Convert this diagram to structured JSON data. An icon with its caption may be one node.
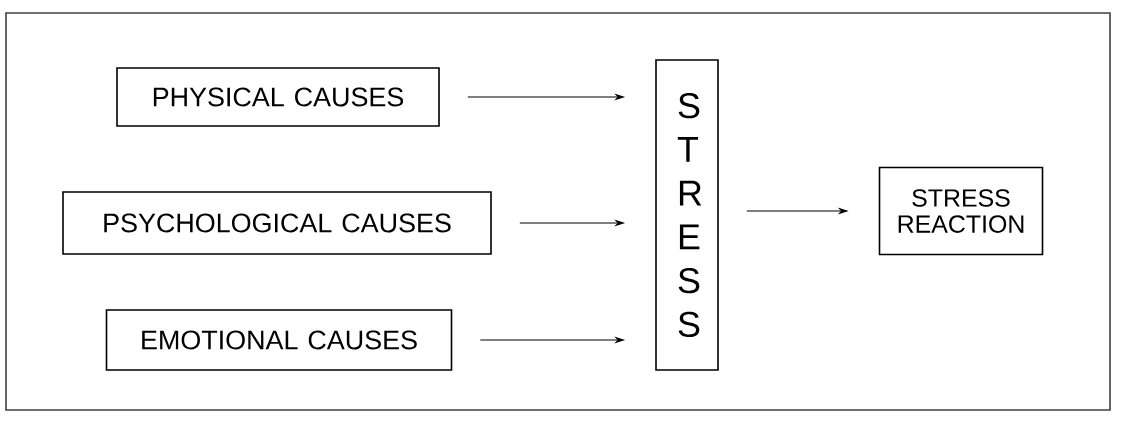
{
  "diagram": {
    "nodes": [
      {
        "text": [
          "PHYSICAL CAUSES"
        ]
      },
      {
        "text": [
          "PSYCHOLOGICAL CAUSES"
        ]
      },
      {
        "text": [
          "EMOTIONAL CAUSES"
        ]
      },
      {
        "text": [
          "S T R E S S"
        ]
      },
      {
        "text": [
          "STRESS REACTION"
        ]
      }
    ],
    "edges": [
      {
        "from": 0,
        "to": 3,
        "arrow": "to"
      },
      {
        "from": 1,
        "to": 3,
        "arrow": "to"
      },
      {
        "from": 2,
        "to": 3,
        "arrow": "to"
      },
      {
        "from": 3,
        "to": 4,
        "arrow": "to"
      }
    ]
  }
}
